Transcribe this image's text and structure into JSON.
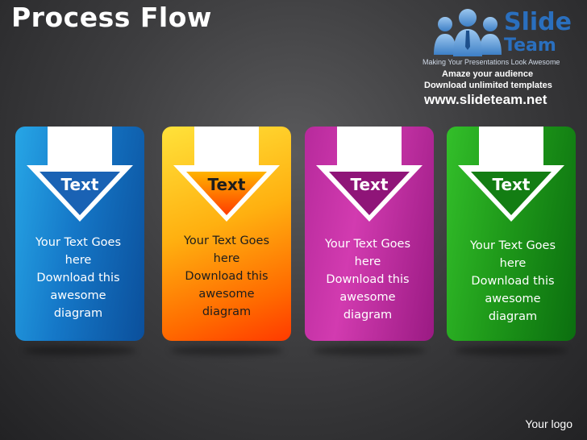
{
  "title": "Process Flow",
  "logo": {
    "brand_line1": "Slide",
    "brand_line2": "Team",
    "tagline": "Making Your Presentations Look Awesome",
    "promo_line1": "Amaze your audience",
    "promo_line2": "Download unlimited templates",
    "url": "www.slideteam.net"
  },
  "steps": [
    {
      "heading": "Text",
      "lines": [
        "Your Text Goes",
        "here",
        "Download this",
        "awesome",
        "diagram"
      ],
      "color": "#1578c8"
    },
    {
      "heading": "Text",
      "lines": [
        "Your Text Goes",
        "here",
        "Download this",
        "awesome",
        "diagram"
      ],
      "color": "#ffb010"
    },
    {
      "heading": "Text",
      "lines": [
        "Your Text Goes",
        "here",
        "Download this",
        "awesome",
        "diagram"
      ],
      "color": "#c22fa5"
    },
    {
      "heading": "Text",
      "lines": [
        "Your Text Goes",
        "here",
        "Download this",
        "awesome",
        "diagram"
      ],
      "color": "#1f9a1a"
    }
  ],
  "footer": {
    "logo_text": "Your logo"
  }
}
